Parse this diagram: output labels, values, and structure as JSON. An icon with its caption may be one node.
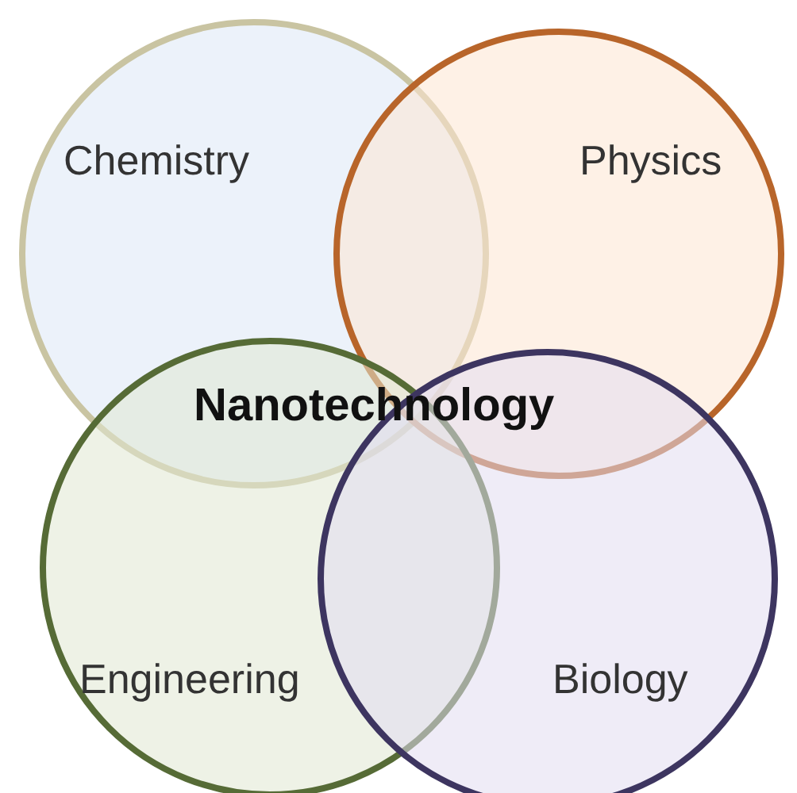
{
  "diagram": {
    "nodes": [
      {
        "text": [
          "Chemistry"
        ]
      },
      {
        "text": [
          "Physics"
        ]
      },
      {
        "text": [
          "Engineering"
        ]
      },
      {
        "text": [
          "Biology"
        ]
      }
    ],
    "labels": [
      "Nanotechnology"
    ]
  }
}
